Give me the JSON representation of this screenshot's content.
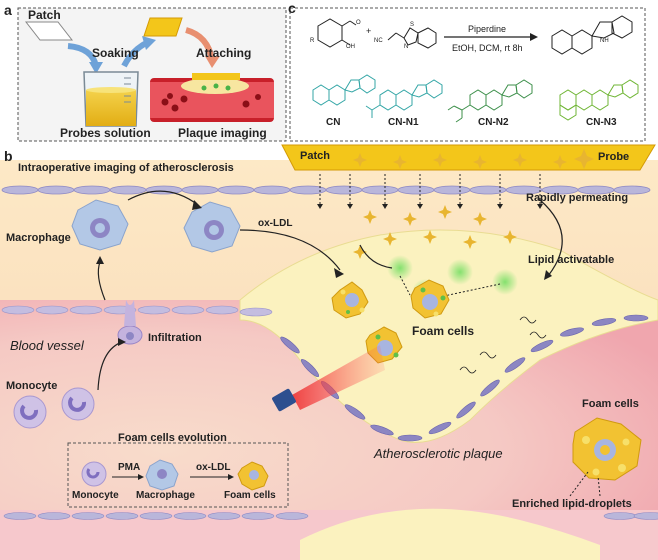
{
  "panel_a": {
    "letter": "a",
    "patch": "Patch",
    "soaking": "Soaking",
    "attaching": "Attaching",
    "probes_solution": "Probes solution",
    "plaque_imaging": "Plaque imaging"
  },
  "panel_c": {
    "letter": "c",
    "reagent": "Piperdine",
    "conditions": "EtOH, DCM, rt 8h",
    "plus": "+",
    "r_group": "R",
    "oh": "OH",
    "nh": "NH",
    "s": "S",
    "n": "N",
    "nc": "NC",
    "o": "O",
    "compounds": [
      "CN",
      "CN-N1",
      "CN-N2",
      "CN-N3"
    ]
  },
  "panel_b": {
    "letter": "b",
    "title": "Intraoperative imaging of atherosclerosis",
    "patch": "Patch",
    "probe": "Probe",
    "rapidly_permeating": "Rapidly permeating",
    "lipid_activatable": "Lipid activatable",
    "macrophage": "Macrophage",
    "ox_ldl": "ox-LDL",
    "foam_cells": "Foam cells",
    "blood_vessel": "Blood vessel",
    "infiltration": "Infiltration",
    "monocyte": "Monocyte",
    "evolution_title": "Foam cells evolution",
    "evo_monocyte": "Monocyte",
    "evo_pma": "PMA",
    "evo_macrophage": "Macrophage",
    "evo_oxldl": "ox-LDL",
    "evo_foam": "Foam cells",
    "plaque": "Atherosclerotic plaque",
    "foam_cells_right": "Foam cells",
    "lipid_droplets": "Enriched lipid-droplets"
  },
  "colors": {
    "vessel_wall": "#f6c8cc",
    "lumen": "#f5d9cc",
    "plaque": "#fbf2bf",
    "patch": "#f3c61a",
    "probe": "#d9b34a",
    "cell": "#a8b5e0",
    "foam": "#f2c232",
    "cn_n1": "#33a6a6",
    "cn_n2": "#3c8f4a",
    "cn_n3": "#6fb534"
  }
}
